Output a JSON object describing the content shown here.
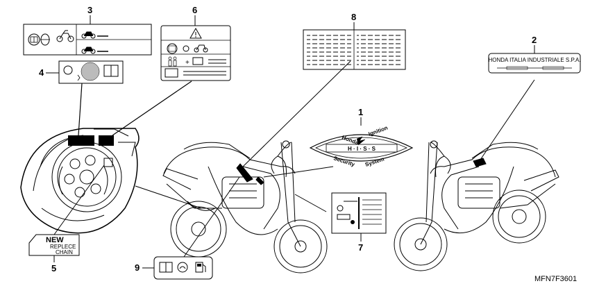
{
  "callouts": [
    "1",
    "2",
    "3",
    "4",
    "5",
    "6",
    "7",
    "8",
    "9"
  ],
  "label_2_plate_text": "HONDA ITALIA INDUSTRIALE S.P.A.",
  "label_1_hiss": {
    "top_left": "Honda",
    "top_right": "Ignition",
    "middle": "H · I · S · S",
    "bottom_left": "Security",
    "bottom_right": "System"
  },
  "label_5_lines": [
    "NEW",
    "REPLECE",
    "CHAIN"
  ],
  "diagram_code": "MFN7F3601",
  "icons": [
    "warning-triangle-icon",
    "book-icon",
    "motorcycle-icon",
    "fuel-pump-icon",
    "helmet-icon",
    "tire-icon"
  ]
}
